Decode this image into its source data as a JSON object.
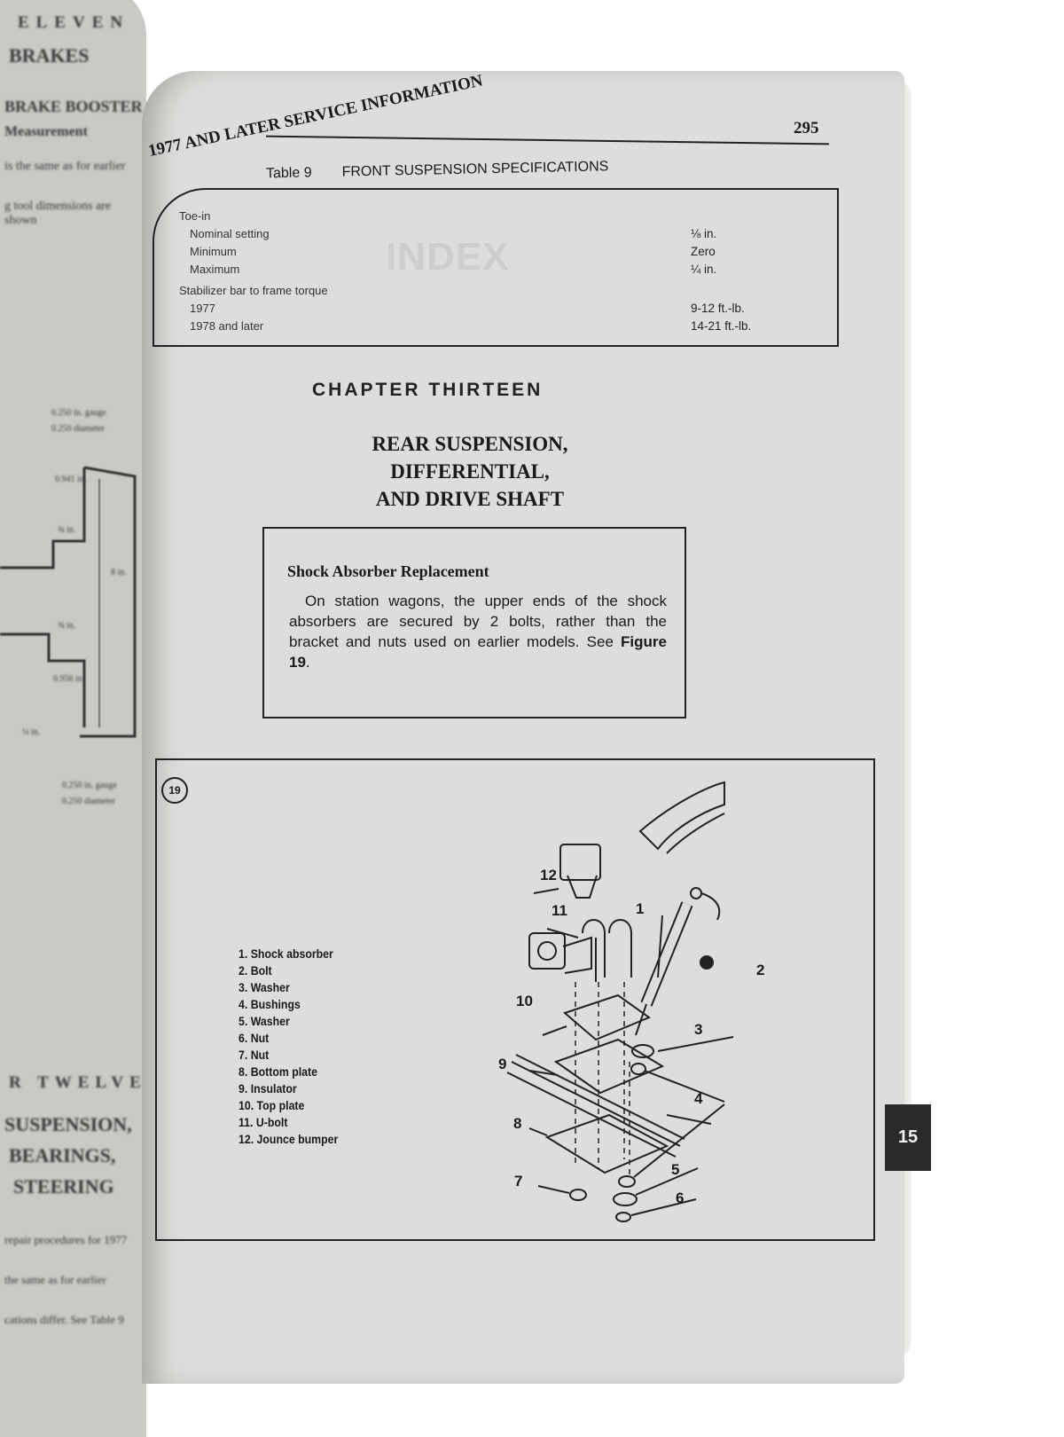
{
  "left_page": {
    "chapter_heading": "ELEVEN",
    "chapter_title": "BRAKES",
    "section": "BRAKE BOOSTER",
    "subsection": "Measurement",
    "text_lines": [
      "is the same as for earlier",
      "g tool dimensions are shown"
    ],
    "dimensions": [
      "0.250 in. gauge",
      "0.250 diameter",
      "0.941 in.",
      "⅜ in.",
      "⅜ in.",
      "0.956 in.",
      "8 in.",
      "¼ in.",
      "0.250 in. gauge",
      "0.250 diameter"
    ],
    "chapter_heading_2": "R TWELVE",
    "chapter_title_2": [
      "SUSPENSION,",
      "BEARINGS,",
      "STEERING"
    ],
    "text_lines_2": [
      "repair procedures for 1977",
      "the same as for earlier",
      "cations differ. See Table 9"
    ]
  },
  "header": {
    "running_head": "1977 AND LATER SERVICE INFORMATION",
    "page_number": "295"
  },
  "table": {
    "label": "Table 9",
    "title": "FRONT SUSPENSION SPECIFICATIONS",
    "rows": [
      {
        "label": "Toe-in",
        "value": ""
      },
      {
        "label": "Nominal setting",
        "value": "⅛ in."
      },
      {
        "label": "Minimum",
        "value": "Zero"
      },
      {
        "label": "Maximum",
        "value": "¼ in."
      },
      {
        "label": "Stabilizer bar to frame torque",
        "value": ""
      },
      {
        "label": "1977",
        "value": "9-12 ft.-lb."
      },
      {
        "label": "1978 and later",
        "value": "14-21 ft.-lb."
      }
    ]
  },
  "bleed_through": "INDEX",
  "chapter": {
    "number_label": "CHAPTER THIRTEEN",
    "title_lines": [
      "REAR SUSPENSION,",
      "DIFFERENTIAL,",
      "AND DRIVE SHAFT"
    ]
  },
  "note": {
    "title": "Shock Absorber Replacement",
    "body": "On station wagons, the upper ends of the shock absorbers are secured by 2 bolts, rather than the bracket and nuts used on earlier models. See ",
    "figure_ref": "Figure 19",
    "body_end": "."
  },
  "figure": {
    "number": "19",
    "legend": [
      "1. Shock absorber",
      "2. Bolt",
      "3. Washer",
      "4. Bushings",
      "5. Washer",
      "6. Nut",
      "7. Nut",
      "8. Bottom plate",
      "9. Insulator",
      "10. Top plate",
      "11. U-bolt",
      "12. Jounce bumper"
    ],
    "callouts": [
      "1",
      "2",
      "3",
      "4",
      "5",
      "6",
      "7",
      "8",
      "9",
      "10",
      "11",
      "12"
    ]
  },
  "thumb_tab": "15"
}
